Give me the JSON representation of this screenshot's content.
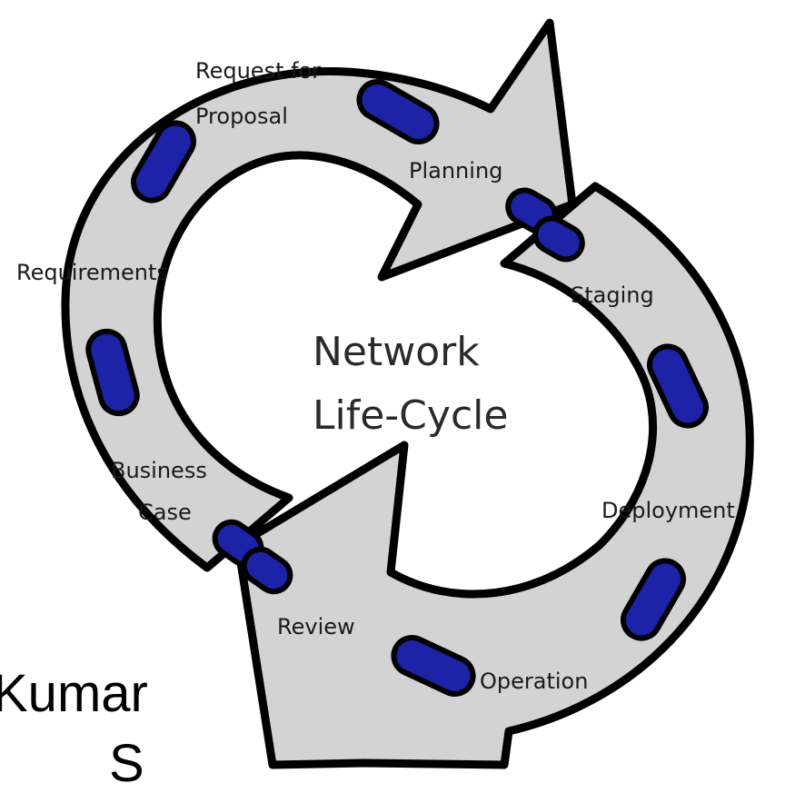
{
  "diagram": {
    "title_lines": [
      "Network",
      "Life-Cycle"
    ],
    "stages": {
      "request_for_proposal": [
        "Request for",
        "Proposal"
      ],
      "planning": "Planning",
      "staging": "Staging",
      "deployment": "Deployment",
      "operation": "Operation",
      "review": "Review",
      "business_case": [
        "Business",
        "Case"
      ],
      "requirements": "Requirements"
    },
    "colors": {
      "arrow_fill": "#d3d3d3",
      "arrow_stroke": "#000000",
      "marker_fill": "#1c23a6",
      "text": "#1a1a1a"
    }
  },
  "slide_text": {
    "partial_line_1": "Kumar",
    "partial_line_2": "S"
  }
}
